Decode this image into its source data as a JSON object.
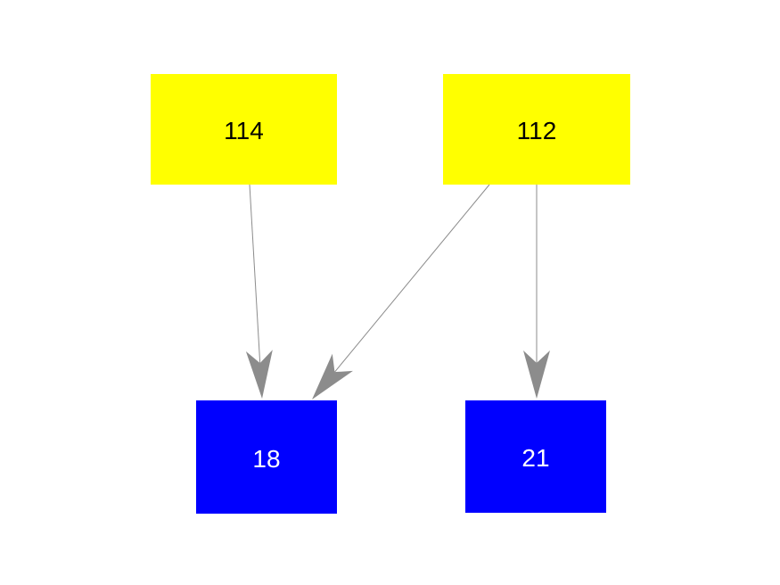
{
  "canvas": {
    "background_color": "#ffffff"
  },
  "diagram": {
    "type": "directed-graph",
    "nodes": [
      {
        "id": "114",
        "label": "114",
        "fill": "#ffff00",
        "text_color": "#000000",
        "shape": "rectangle",
        "row": "top"
      },
      {
        "id": "112",
        "label": "112",
        "fill": "#ffff00",
        "text_color": "#000000",
        "shape": "rectangle",
        "row": "top"
      },
      {
        "id": "18",
        "label": "18",
        "fill": "#0000ff",
        "text_color": "#ffffff",
        "shape": "rectangle",
        "row": "bottom"
      },
      {
        "id": "21",
        "label": "21",
        "fill": "#0000ff",
        "text_color": "#ffffff",
        "shape": "rectangle",
        "row": "bottom"
      }
    ],
    "edges": [
      {
        "from": "114",
        "to": "18"
      },
      {
        "from": "112",
        "to": "18"
      },
      {
        "from": "112",
        "to": "21"
      }
    ],
    "edge_color": "#8c8c8c",
    "arrowhead_style": "vee"
  }
}
